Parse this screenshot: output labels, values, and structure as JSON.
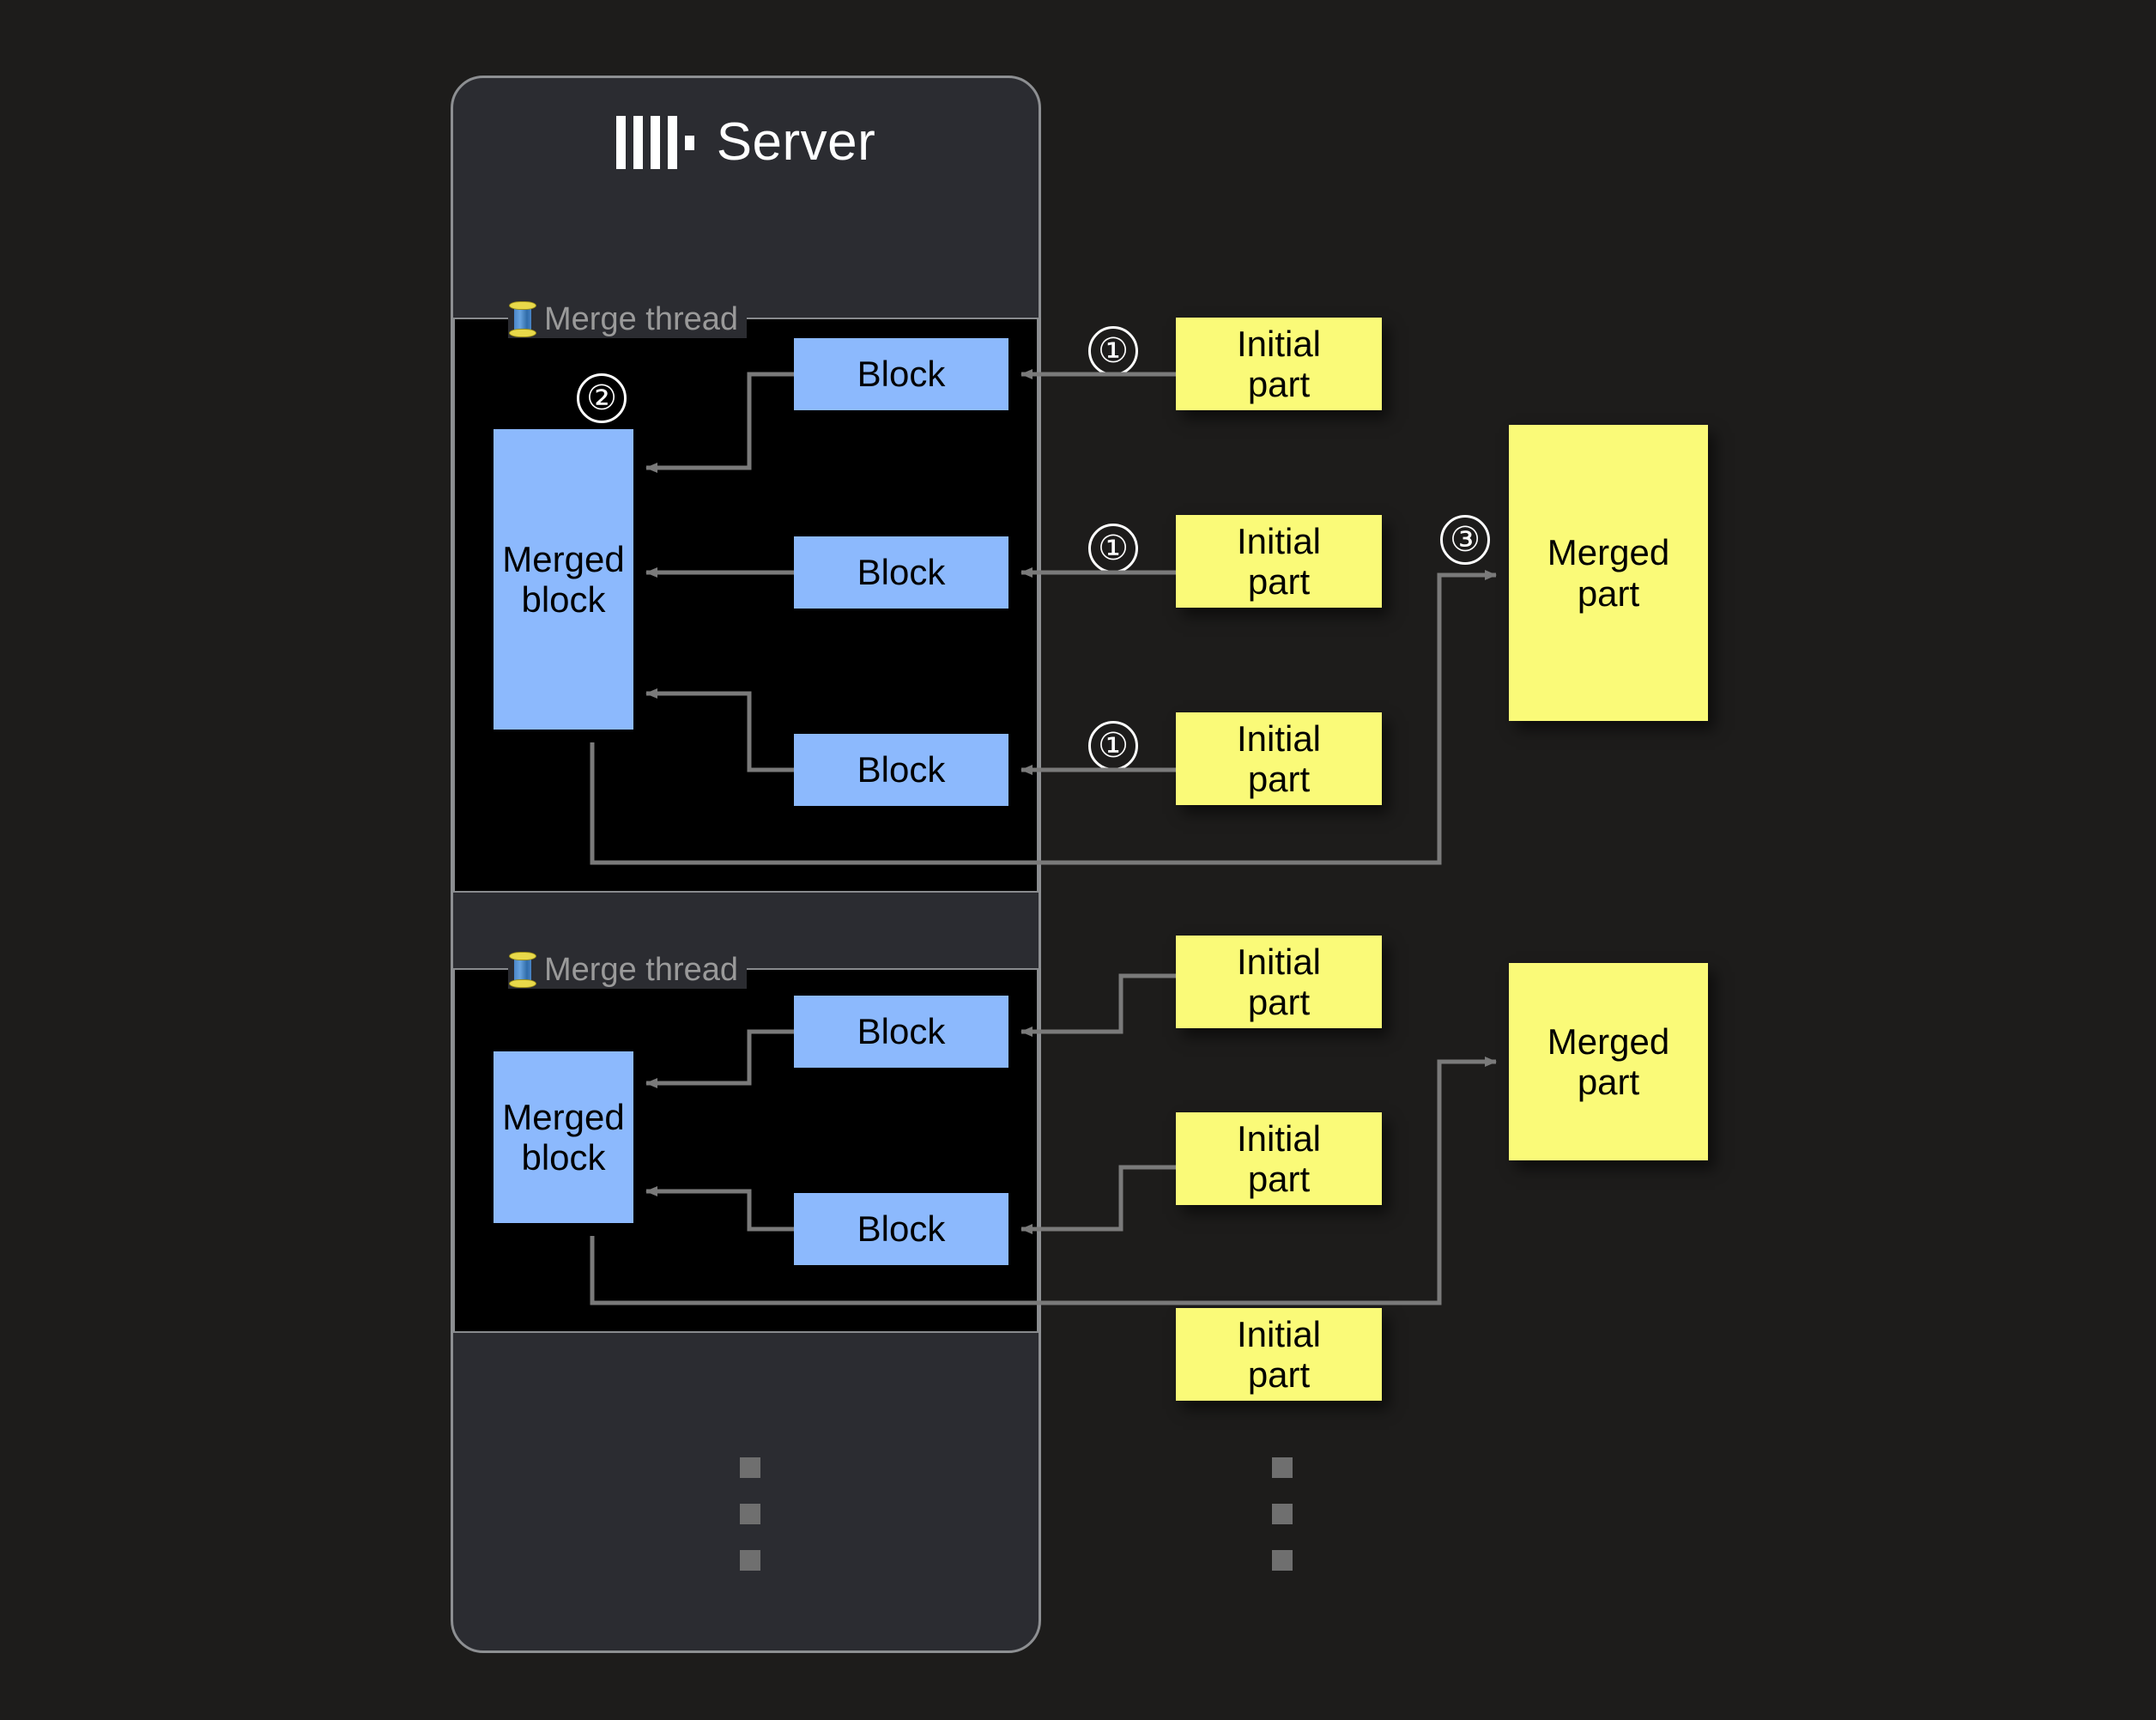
{
  "page": {
    "background_color": "#1d1c1b",
    "diagram_title": "Server merge threads diagram"
  },
  "server": {
    "title": "Server",
    "logo_icon": "clickhouse-logo-icon",
    "panel_color": "#2b2c31",
    "border_color": "#8d8f92"
  },
  "colors": {
    "block_blue": "#8cb9fd",
    "part_yellow": "#fafa78",
    "wire_gray": "#7a7a7a",
    "group_black": "#000000",
    "label_gray": "#9a9a9a"
  },
  "merge_threads": [
    {
      "label": "Merge thread",
      "icon": "thread-spool-icon",
      "merged_block": {
        "label": "Merged\nblock"
      },
      "step_marker": "②",
      "blocks": [
        {
          "label": "Block"
        },
        {
          "label": "Block"
        },
        {
          "label": "Block"
        }
      ]
    },
    {
      "label": "Merge thread",
      "icon": "thread-spool-icon",
      "merged_block": {
        "label": "Merged\nblock"
      },
      "blocks": [
        {
          "label": "Block"
        },
        {
          "label": "Block"
        }
      ]
    }
  ],
  "initial_parts": [
    {
      "label": "Initial\npart",
      "step_marker": "①"
    },
    {
      "label": "Initial\npart",
      "step_marker": "①"
    },
    {
      "label": "Initial\npart",
      "step_marker": "①"
    },
    {
      "label": "Initial\npart",
      "step_marker": ""
    },
    {
      "label": "Initial\npart",
      "step_marker": ""
    },
    {
      "label": "Initial\npart",
      "step_marker": ""
    }
  ],
  "merged_parts": [
    {
      "label": "Merged\npart",
      "step_marker": "③"
    },
    {
      "label": "Merged\npart",
      "step_marker": ""
    }
  ],
  "ellipsis": {
    "server_column": "⋮",
    "parts_column": "⋮"
  }
}
